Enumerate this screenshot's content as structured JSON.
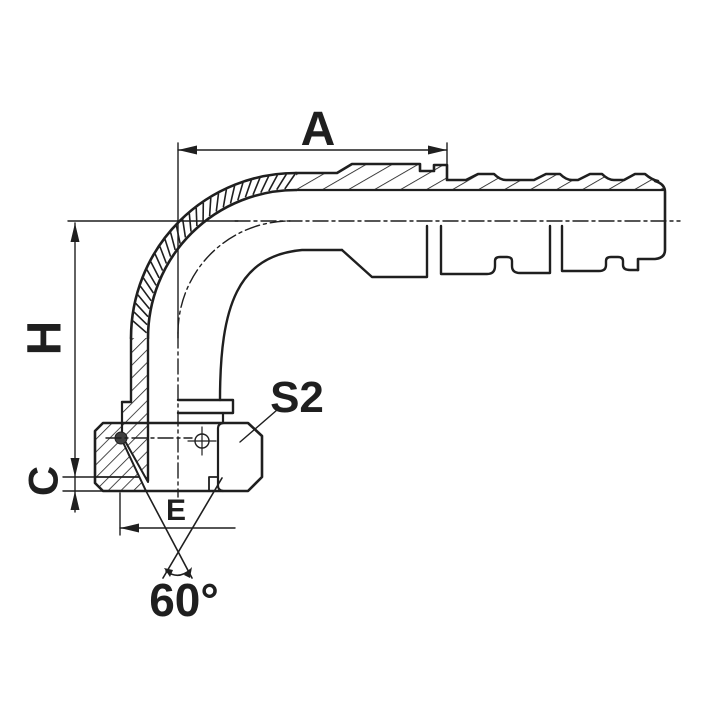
{
  "drawing": {
    "line_color": "#1f1f1f",
    "dot_color": "#3f3f3f",
    "background": "#ffffff",
    "labels": {
      "dim_a": "A",
      "dim_h": "H",
      "dim_c": "C",
      "dim_e": "E",
      "wrench_size": "S2",
      "cone_angle": "60°"
    }
  }
}
